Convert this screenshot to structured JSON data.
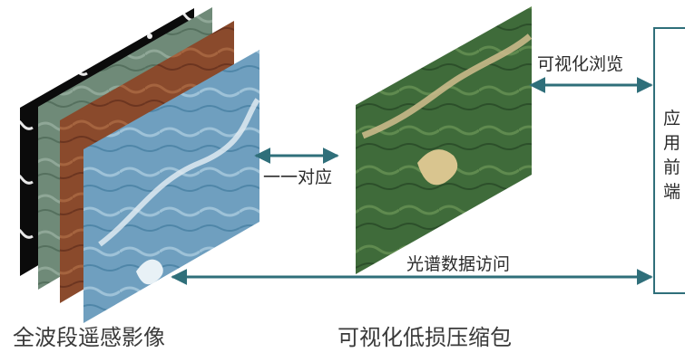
{
  "captions": {
    "left": "全波段遥感影像",
    "middle": "可视化低损压缩包"
  },
  "arrows": {
    "mapping": "一一对应",
    "visual_browse": "可视化浏览",
    "spectral_access": "光谱数据访问"
  },
  "app_box": {
    "chars": [
      "应",
      "用",
      "前",
      "端"
    ]
  },
  "colors": {
    "arrow": "#2f6f7a",
    "box_border": "#2f6f7a",
    "band_black": "#0b0b0b",
    "band_gray": "#6f8a78",
    "band_brown": "#8a4a2c",
    "band_blue": "#6f9fbf",
    "rgb_green": "#3f6b3a"
  }
}
